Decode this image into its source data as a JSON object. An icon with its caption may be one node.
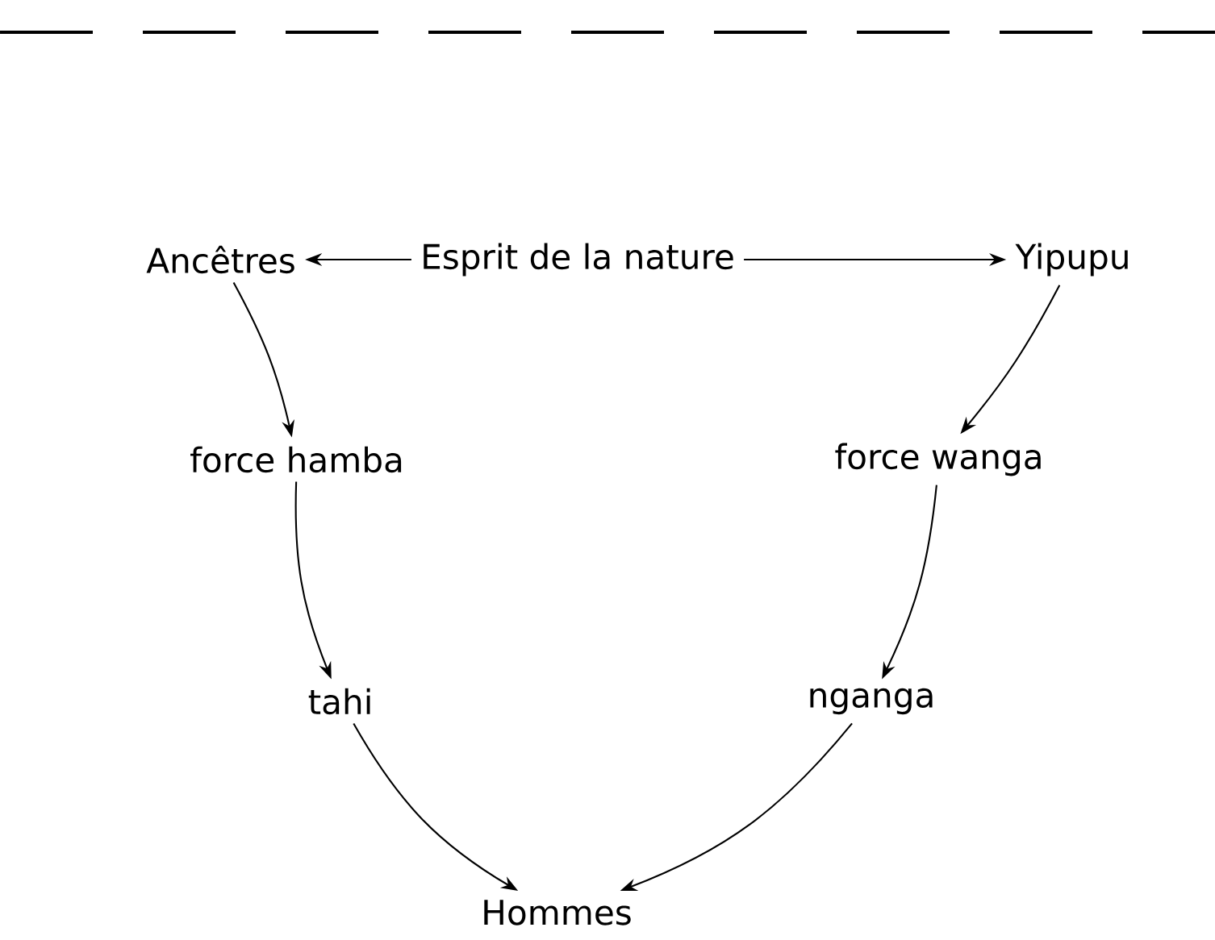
{
  "diagram": {
    "nodes": [
      {
        "text": [
          "Ancêtres"
        ]
      },
      {
        "text": [
          "Esprit de la nature"
        ]
      },
      {
        "text": [
          "Yipupu"
        ]
      },
      {
        "text": [
          "force hamba"
        ]
      },
      {
        "text": [
          "force wanga"
        ]
      },
      {
        "text": [
          "tahi"
        ]
      },
      {
        "text": [
          "nganga"
        ]
      },
      {
        "text": [
          "Hommes"
        ]
      }
    ],
    "edges": [
      {
        "from": 1,
        "to": 0,
        "arrow": "to"
      },
      {
        "from": 1,
        "to": 2,
        "arrow": "to"
      },
      {
        "from": 0,
        "to": 3,
        "arrow": "to"
      },
      {
        "from": 2,
        "to": 4,
        "arrow": "to"
      },
      {
        "from": 3,
        "to": 5,
        "arrow": "to"
      },
      {
        "from": 4,
        "to": 6,
        "arrow": "to"
      },
      {
        "from": 5,
        "to": 7,
        "arrow": "to"
      },
      {
        "from": 6,
        "to": 7,
        "arrow": "to"
      }
    ]
  }
}
